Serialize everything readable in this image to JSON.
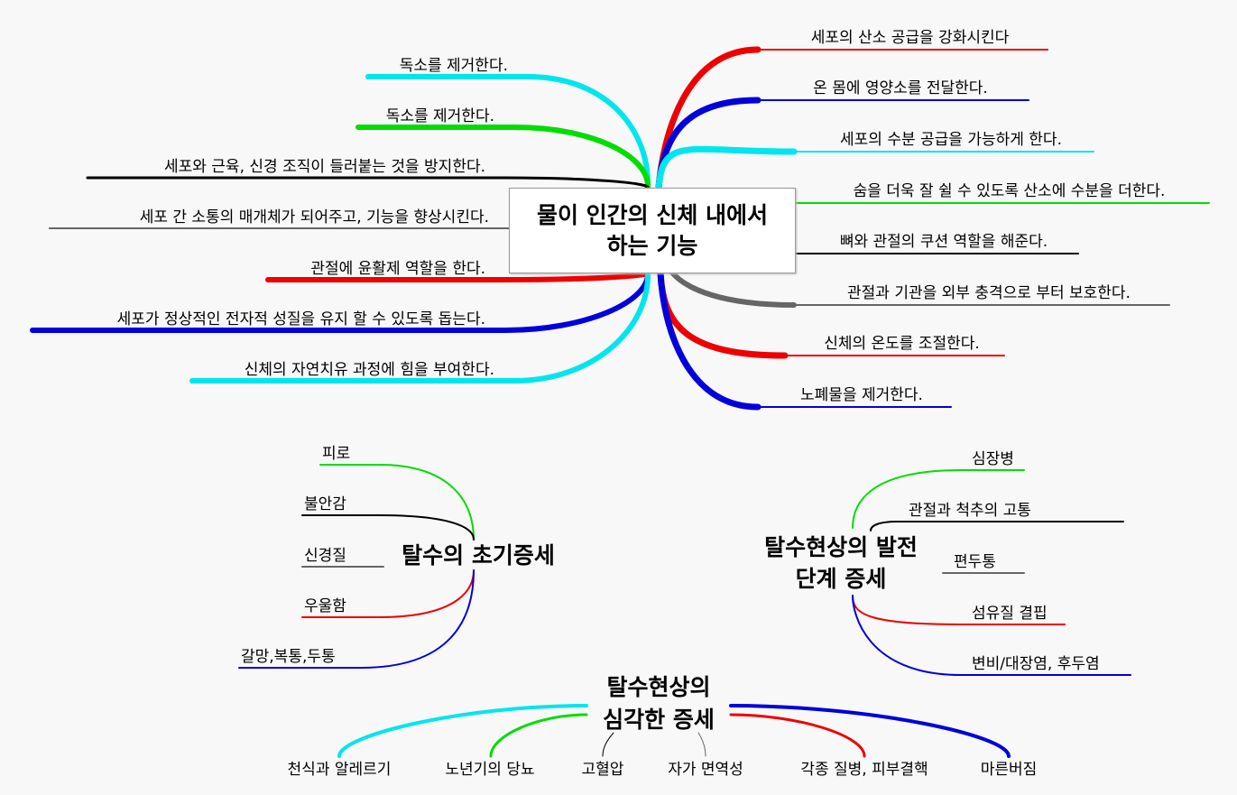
{
  "central": {
    "line1": "물이 인간의 신체 내에서",
    "line2": "하는 기능"
  },
  "left_branches": [
    {
      "label": "독소를 제거한다.",
      "color": "#00e5ee"
    },
    {
      "label": "독소를 제거한다.",
      "color": "#00dd00"
    },
    {
      "label": "세포와 근육, 신경 조직이 들러붙는 것을 방지한다.",
      "color": "#000000"
    },
    {
      "label": "세포 간 소통의 매개체가 되어주고, 기능을 향상시킨다.",
      "color": "#666666"
    },
    {
      "label": "관절에 윤활제 역할을 한다.",
      "color": "#ee0000"
    },
    {
      "label": "세포가 정상적인 전자적 성질을 유지 할 수 있도록 돕는다.",
      "color": "#0000dd"
    },
    {
      "label": "신체의 자연치유 과정에 힘을 부여한다.",
      "color": "#00e5ee"
    }
  ],
  "right_branches": [
    {
      "label": "세포의 산소 공급을 강화시킨다",
      "color": "#ee0000"
    },
    {
      "label": "온 몸에 영양소를 전달한다.",
      "color": "#0000dd"
    },
    {
      "label": "세포의 수분 공급을 가능하게 한다.",
      "color": "#00e5ee"
    },
    {
      "label": "숨을 더욱 잘 쉴 수 있도록 산소에 수분을 더한다.",
      "color": "#00dd00"
    },
    {
      "label": "뼈와 관절의 쿠션 역할을 해준다.",
      "color": "#000000"
    },
    {
      "label": "관절과 기관을 외부 충격으로 부터 보호한다.",
      "color": "#666666"
    },
    {
      "label": "신체의 온도를 조절한다.",
      "color": "#ee0000"
    },
    {
      "label": "노폐물을 제거한다.",
      "color": "#0000dd"
    }
  ],
  "early": {
    "title": "탈수의 초기증세",
    "items": [
      {
        "label": "피로",
        "color": "#00dd00"
      },
      {
        "label": "불안감",
        "color": "#000000"
      },
      {
        "label": "신경질",
        "color": "#666666"
      },
      {
        "label": "우울함",
        "color": "#ee0000"
      },
      {
        "label": "갈망,복통,두통",
        "color": "#0000dd"
      }
    ]
  },
  "advanced": {
    "title_line1": "탈수현상의 발전",
    "title_line2": "단계 증세",
    "items": [
      {
        "label": "심장병",
        "color": "#00dd00"
      },
      {
        "label": "관절과 척추의 고통",
        "color": "#000000"
      },
      {
        "label": "편두통",
        "color": "#666666"
      },
      {
        "label": "섬유질 결핍",
        "color": "#ee0000"
      },
      {
        "label": "변비/대장염, 후두염",
        "color": "#0000dd"
      }
    ]
  },
  "severe": {
    "title_line1": "탈수현상의",
    "title_line2": "심각한 증세",
    "items": [
      {
        "label": "천식과 알레르기",
        "color": "#00e5ee"
      },
      {
        "label": "노년기의 당뇨",
        "color": "#00dd00"
      },
      {
        "label": "고혈압",
        "color": "#000000"
      },
      {
        "label": "자가 면역성",
        "color": "#666666"
      },
      {
        "label": "각종 질병, 피부결핵",
        "color": "#ee0000"
      },
      {
        "label": "마른버짐",
        "color": "#0000dd"
      }
    ]
  }
}
